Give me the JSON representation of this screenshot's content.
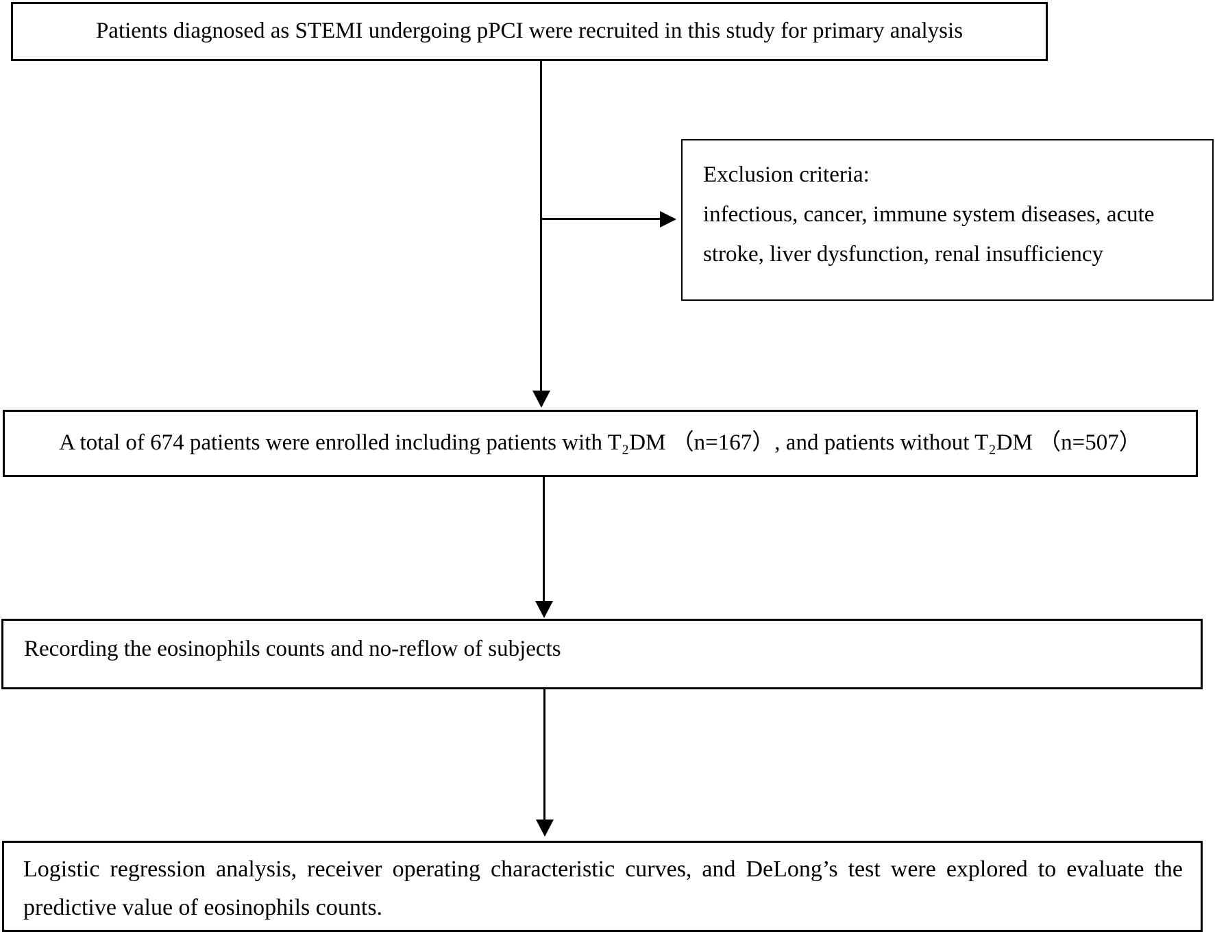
{
  "figure": {
    "type": "study-flow-diagram",
    "background_color": "#ffffff",
    "line_color": "#000000",
    "text_color": "#000000"
  },
  "boxes": {
    "recruitment": {
      "text": "Patients diagnosed as STEMI undergoing pPCI were recruited in this study for primary analysis"
    },
    "exclusion": {
      "lines": [
        "Exclusion criteria:",
        "infectious, cancer, immune system diseases, acute",
        "stroke, liver dysfunction, renal insufficiency"
      ]
    },
    "enrollment": {
      "text": "A total of 674 patients were enrolled including patients with T₂DM （n=167）, and patients without T₂DM （n=507）",
      "total_patients": 674,
      "t2dm_n": 167,
      "non_t2dm_n": 507
    },
    "recording": {
      "text": "Recording the eosinophils counts and no-reflow of subjects"
    },
    "analysis": {
      "text": "Logistic regression analysis, receiver operating characteristic curves, and DeLong’s test were explored to evaluate the predictive value of eosinophils counts."
    }
  }
}
